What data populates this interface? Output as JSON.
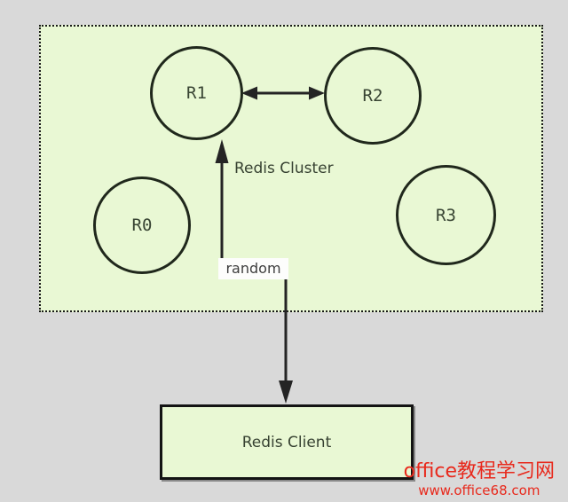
{
  "diagram": {
    "cluster": {
      "label": "Redis Cluster",
      "nodes": {
        "r0": "R0",
        "r1": "R1",
        "r2": "R2",
        "r3": "R3"
      }
    },
    "client": {
      "label": "Redis Client"
    },
    "edge": {
      "label": "random"
    },
    "colors": {
      "canvas_background": "#d9d9d9",
      "cluster_fill": "#e9f8d4",
      "line_and_border": "#1d1d1d",
      "diagram_text": "#374232",
      "edge_label_background": "#fdfdfc",
      "watermark_red": "#e8291c"
    }
  },
  "watermark": {
    "site_name": "office教程学习网",
    "site_url": "www.office68.com"
  }
}
